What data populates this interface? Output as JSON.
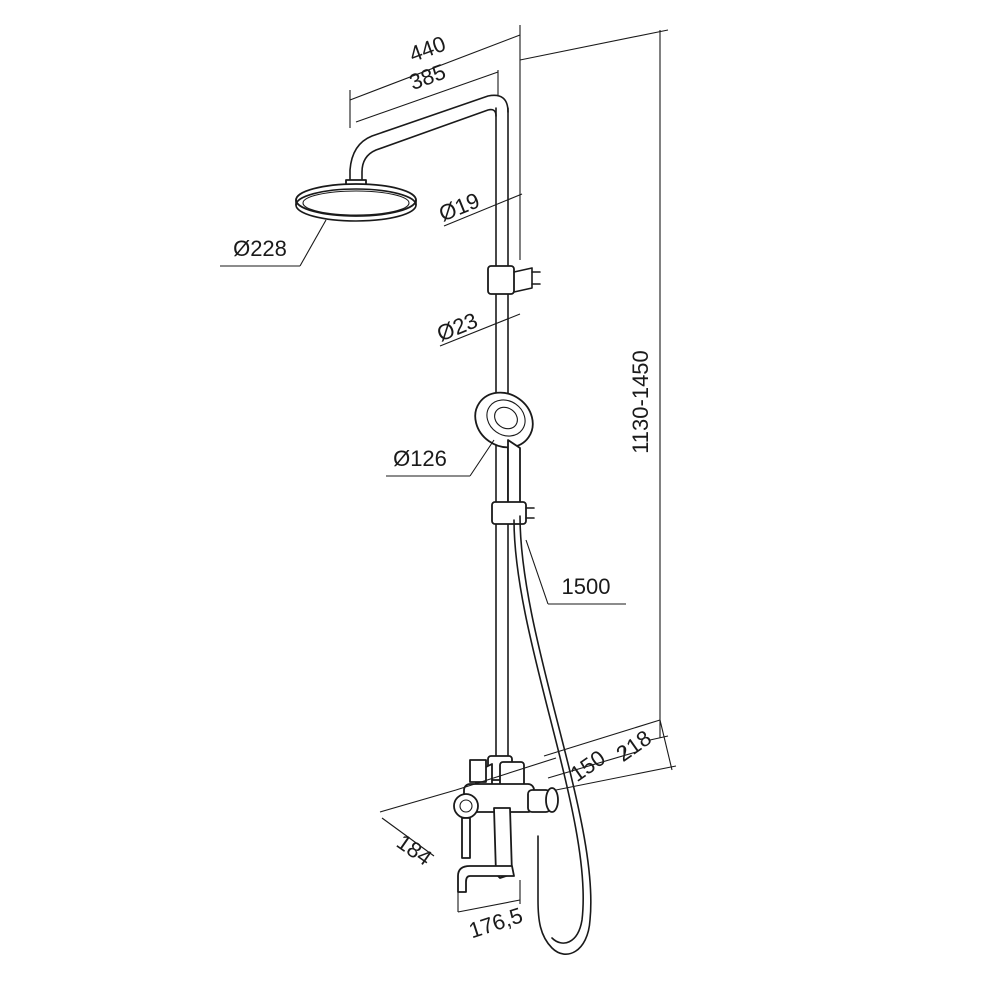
{
  "dimensions": {
    "arm_total": "440",
    "arm_projection": "385",
    "pipe_upper_diameter": "Ø19",
    "head_diameter": "Ø228",
    "pipe_lower_diameter": "Ø23",
    "hand_shower_diameter": "Ø126",
    "hose_length": "1500",
    "height_range": "1130-1450",
    "depth_total": "218",
    "wall_to_center": "150",
    "mixer_width": "184",
    "spout_length": "176,5"
  },
  "colors": {
    "line": "#1a1a1a",
    "background": "#ffffff"
  }
}
